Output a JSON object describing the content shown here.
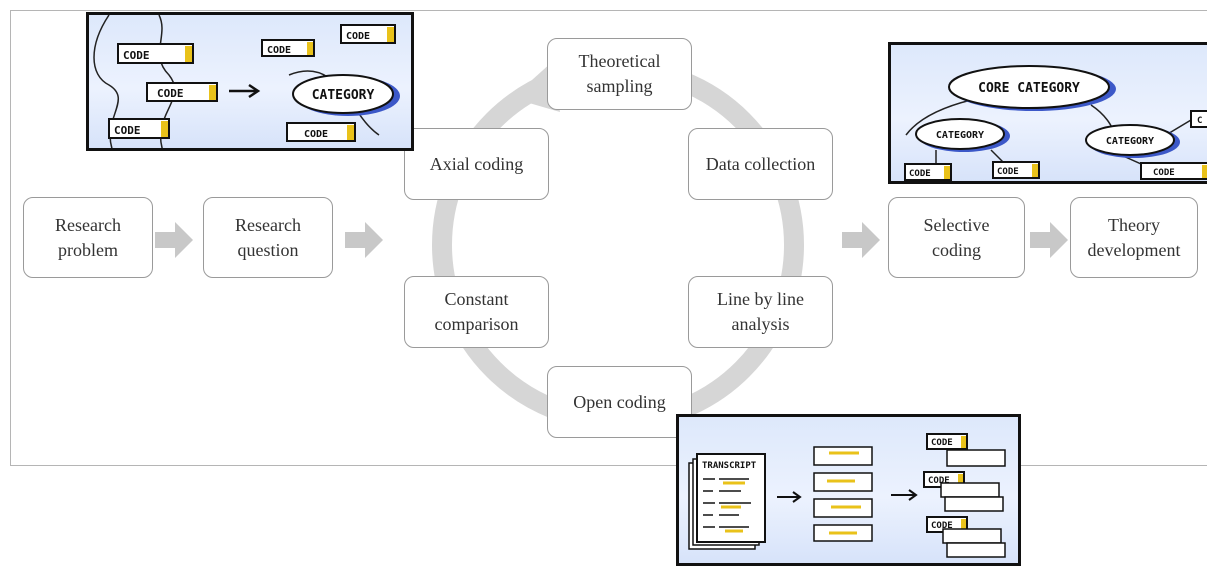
{
  "diagram": {
    "left_flow": [
      {
        "id": "research-problem",
        "label": "Research\nproblem"
      },
      {
        "id": "research-question",
        "label": "Research\nquestion"
      }
    ],
    "cycle": [
      {
        "id": "theoretical-sampling",
        "label": "Theoretical\nsampling"
      },
      {
        "id": "data-collection",
        "label": "Data collection"
      },
      {
        "id": "line-by-line-analysis",
        "label": "Line by line\nanalysis"
      },
      {
        "id": "open-coding",
        "label": "Open  coding"
      },
      {
        "id": "constant-comparison",
        "label": "Constant\ncomparison"
      },
      {
        "id": "axial-coding",
        "label": "Axial coding"
      }
    ],
    "right_flow": [
      {
        "id": "selective-coding",
        "label": "Selective\ncoding"
      },
      {
        "id": "theory-development",
        "label": "Theory\ndevelopment"
      }
    ]
  },
  "insets": {
    "axial": {
      "codes": [
        "CODE",
        "CODE",
        "CODE",
        "CODE",
        "CODE",
        "CODE"
      ],
      "category": "CATEGORY"
    },
    "selective": {
      "core_category": "CORE CATEGORY",
      "categories": [
        "CATEGORY",
        "CATEGORY"
      ],
      "codes": [
        "CODE",
        "CODE",
        "CODE",
        "C"
      ]
    },
    "open": {
      "transcript": "TRANSCRIPT",
      "codes": [
        "CODE",
        "CODE",
        "CODE"
      ]
    }
  },
  "colors": {
    "arrow": "#c8c8c8",
    "ring": "#d6d6d6",
    "box_border": "#9a9a9a",
    "code_highlight": "#e9c21a",
    "category_shadow": "#3c58c8"
  }
}
